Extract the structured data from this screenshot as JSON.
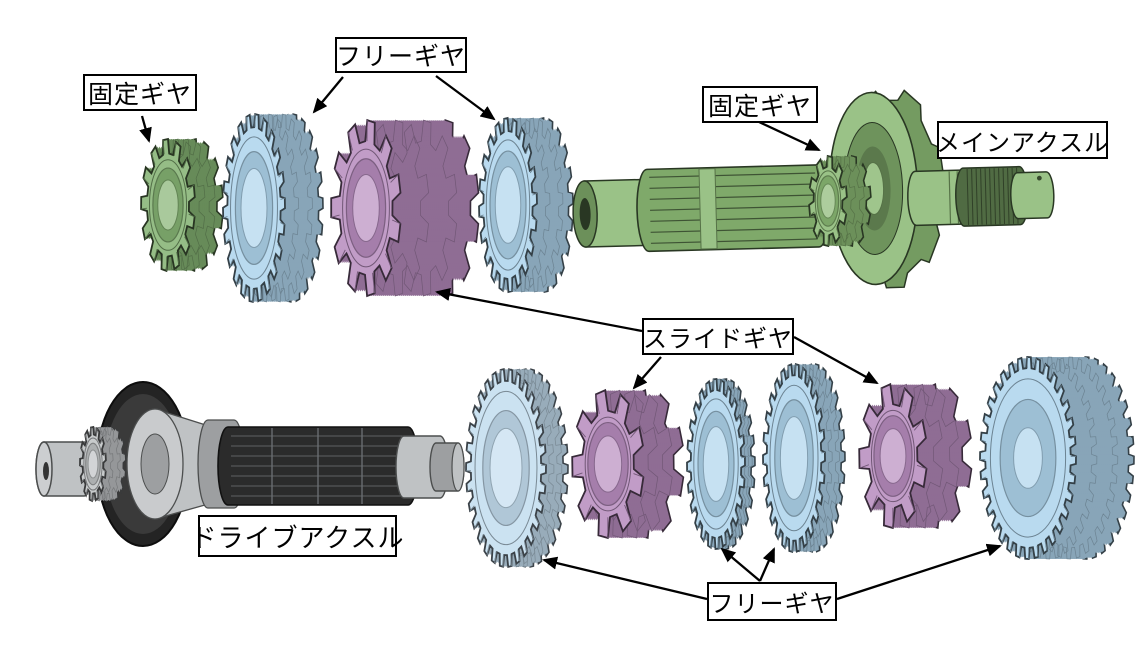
{
  "diagram": {
    "labels": {
      "fixed_gear_top": "固定ギヤ",
      "free_gear_top": "フリーギヤ",
      "fixed_gear_main": "固定ギヤ",
      "main_axle": "メインアクスル",
      "slide_gear": "スライドギヤ",
      "drive_axle": "ドライブアクスル",
      "free_gear_bottom": "フリーギヤ"
    },
    "colors": {
      "background": "#ffffff",
      "fixed_gear_green": "#84b272",
      "free_gear_blue": "#aed4ec",
      "free_gear_blue_faded": "#c3ddef",
      "slide_gear_purple": "#b78cbe",
      "main_axle_green": "#8ab873",
      "drive_axle_light_gray": "#bfc2c4",
      "drive_axle_dark_gray": "#2b2b2b",
      "label_border": "#000000",
      "label_text": "#000000",
      "arrow": "#000000"
    },
    "components": [
      {
        "id": "gear-fixed-top-left",
        "type": "fixed-gear",
        "color_key": "fixed_gear_green"
      },
      {
        "id": "gear-free-top-1",
        "type": "free-gear",
        "color_key": "free_gear_blue"
      },
      {
        "id": "gear-slide-top",
        "type": "slide-gear",
        "color_key": "slide_gear_purple"
      },
      {
        "id": "gear-free-top-2",
        "type": "free-gear",
        "color_key": "free_gear_blue"
      },
      {
        "id": "main-axle-shaft",
        "type": "main-axle",
        "color_key": "main_axle_green"
      },
      {
        "id": "drive-axle-shaft",
        "type": "drive-axle",
        "color_key": "drive_axle_light_gray"
      },
      {
        "id": "gear-free-bottom-1",
        "type": "free-gear",
        "color_key": "free_gear_blue_faded"
      },
      {
        "id": "gear-slide-bottom-1",
        "type": "slide-gear",
        "color_key": "slide_gear_purple"
      },
      {
        "id": "gear-free-bottom-2",
        "type": "free-gear",
        "color_key": "free_gear_blue"
      },
      {
        "id": "gear-free-bottom-3",
        "type": "free-gear",
        "color_key": "free_gear_blue"
      },
      {
        "id": "gear-slide-bottom-2",
        "type": "slide-gear",
        "color_key": "slide_gear_purple"
      },
      {
        "id": "gear-free-bottom-4",
        "type": "free-gear",
        "color_key": "free_gear_blue"
      }
    ]
  }
}
